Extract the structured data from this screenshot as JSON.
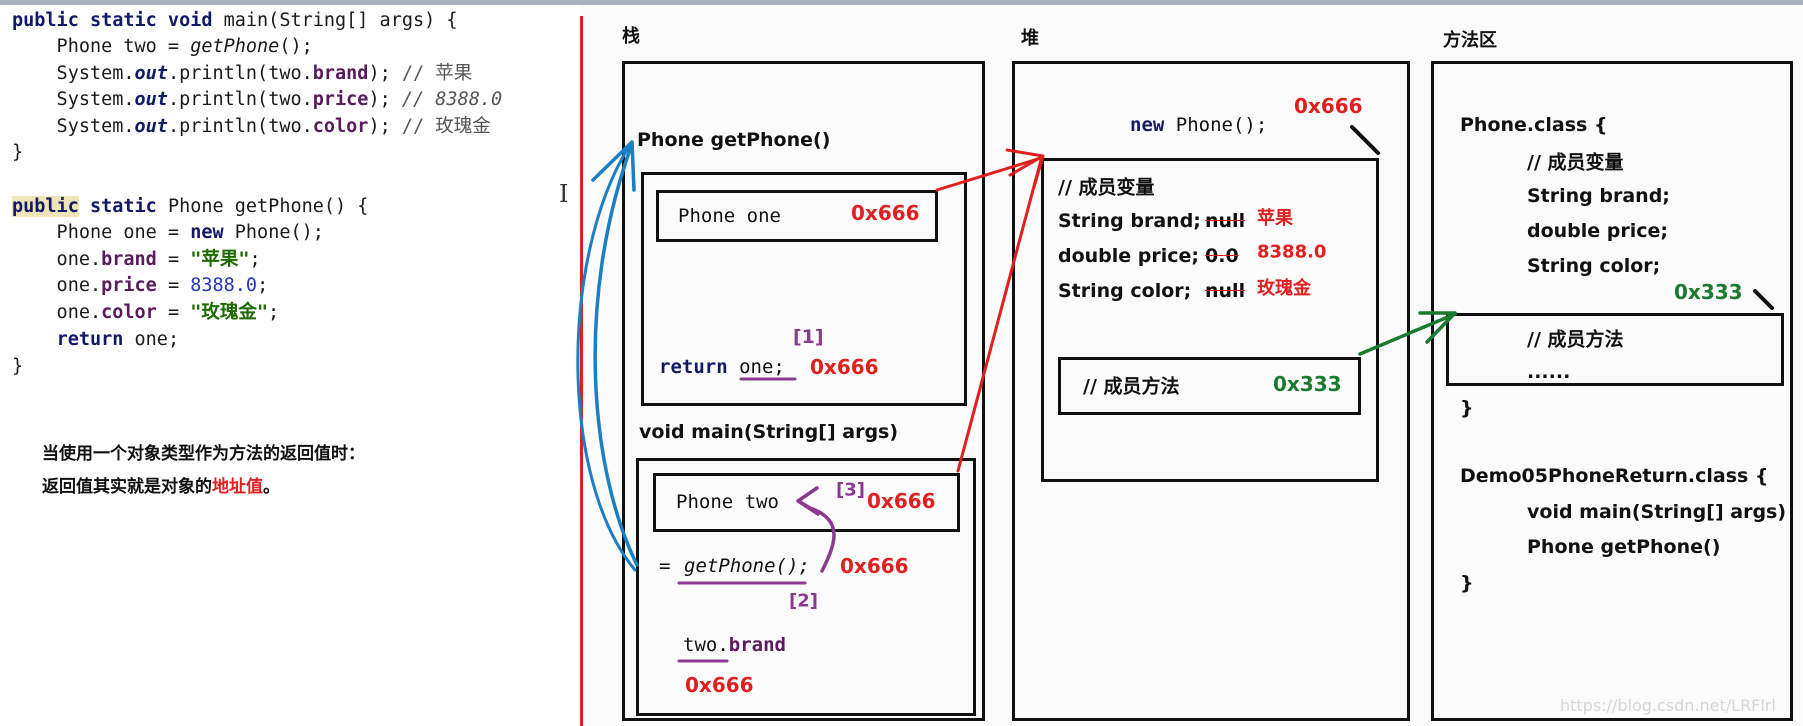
{
  "code": {
    "lines": [
      [
        [
          "public static void ",
          "kw"
        ],
        [
          "main(String[] args) {",
          ""
        ]
      ],
      [
        [
          "    Phone two = ",
          ""
        ],
        [
          "getPhone",
          "italic"
        ],
        [
          "();",
          ""
        ]
      ],
      [
        [
          "    System.",
          ""
        ],
        [
          "out",
          "static"
        ],
        [
          ".println(two.",
          ""
        ],
        [
          "brand",
          "field"
        ],
        [
          "); ",
          ""
        ],
        [
          "// 苹果",
          "comment"
        ]
      ],
      [
        [
          "    System.",
          ""
        ],
        [
          "out",
          "static"
        ],
        [
          ".println(two.",
          ""
        ],
        [
          "price",
          "field"
        ],
        [
          "); ",
          ""
        ],
        [
          "// 8388.0",
          "commenti"
        ]
      ],
      [
        [
          "    System.",
          ""
        ],
        [
          "out",
          "static"
        ],
        [
          ".println(two.",
          ""
        ],
        [
          "color",
          "field"
        ],
        [
          "); ",
          ""
        ],
        [
          "// 玫瑰金",
          "comment"
        ]
      ],
      [
        [
          "}",
          ""
        ]
      ],
      [
        [
          "public",
          "kwhl"
        ],
        [
          " static ",
          "kw"
        ],
        [
          "Phone getPhone() {",
          ""
        ]
      ],
      [
        [
          "    Phone one = ",
          ""
        ],
        [
          "new",
          "kw"
        ],
        [
          " Phone();",
          ""
        ]
      ],
      [
        [
          "    one.",
          ""
        ],
        [
          "brand",
          "field"
        ],
        [
          " = ",
          ""
        ],
        [
          "\"苹果\"",
          "str"
        ],
        [
          ";",
          ""
        ]
      ],
      [
        [
          "    one.",
          ""
        ],
        [
          "price",
          "field"
        ],
        [
          " = ",
          ""
        ],
        [
          "8388.0",
          "num"
        ],
        [
          ";",
          ""
        ]
      ],
      [
        [
          "    one.",
          ""
        ],
        [
          "color",
          "field"
        ],
        [
          " = ",
          ""
        ],
        [
          "\"玫瑰金\"",
          "str"
        ],
        [
          ";",
          ""
        ]
      ],
      [
        [
          "    ",
          ""
        ],
        [
          "return",
          "kw"
        ],
        [
          " one;",
          ""
        ]
      ],
      [
        [
          "}",
          ""
        ]
      ]
    ]
  },
  "note": {
    "line1": "当使用一个对象类型作为方法的返回值时：",
    "line2_prefix": "返回值其实就是对象的",
    "line2_highlight": "地址值",
    "line2_suffix": "。"
  },
  "stack": {
    "title": "栈",
    "getphone_frame": {
      "title": "Phone getPhone()",
      "var_label": "Phone  one",
      "var_addr": "0x666",
      "step": "[1]",
      "return_kw": "return",
      "return_expr": "one;",
      "return_addr": "0x666"
    },
    "main_frame": {
      "title": "void main(String[] args)",
      "var_label": "Phone  two",
      "step3": "[3]",
      "var_addr": "0x666",
      "assign_eq": "=",
      "assign_call": "getPhone();",
      "assign_addr": "0x666",
      "step2": "[2]",
      "access_obj": "two.",
      "access_field": "brand",
      "access_addr": "0x666"
    }
  },
  "heap": {
    "title": "堆",
    "new_kw": "new",
    "new_expr": "Phone();",
    "object_addr": "0x666",
    "members_comment": "// 成员变量",
    "fields": [
      {
        "decl": "String brand;",
        "default": "null",
        "value": "苹果"
      },
      {
        "decl": "double price;",
        "default": "0.0",
        "value": "8388.0"
      },
      {
        "decl": "String color;",
        "default": "null",
        "value": "玫瑰金"
      }
    ],
    "methods_comment": "// 成员方法",
    "methods_addr": "0x333"
  },
  "method_area": {
    "title": "方法区",
    "phone_class_open": "Phone.class {",
    "members_comment": "// 成员变量",
    "fields": [
      "String brand;",
      "double price;",
      "String color;"
    ],
    "methods_addr": "0x333",
    "methods_comment": "// 成员方法",
    "methods_ellipsis": "......",
    "close1": "}",
    "demo_class_open": "Demo05PhoneReturn.class {",
    "demo_methods": [
      "void main(String[] args)",
      "Phone getPhone()"
    ],
    "close2": "}"
  },
  "watermark": "https://blog.csdn.net/LRFlrl",
  "colors": {
    "address_red": "#e01f1f",
    "address_green": "#1a7a2f",
    "call_arrow_blue": "#1b7fc4",
    "step_purple": "#8a3a8f",
    "divider_red": "#e01f1f"
  }
}
